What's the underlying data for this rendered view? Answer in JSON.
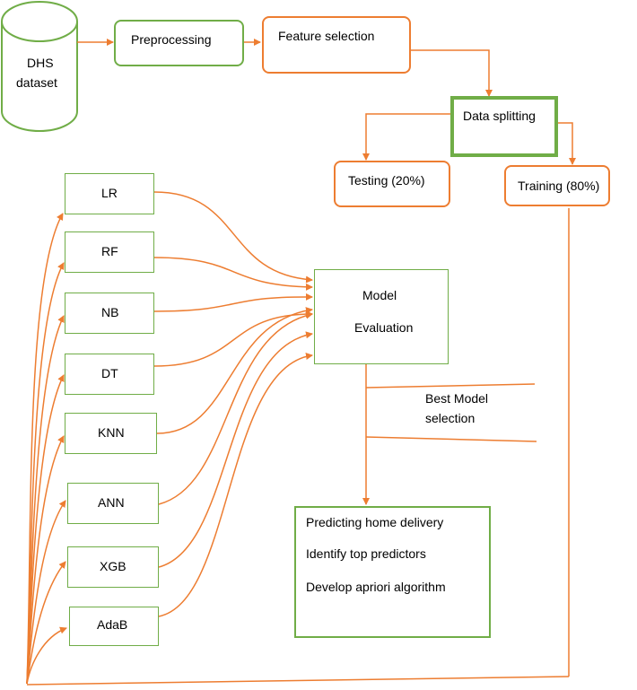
{
  "colors": {
    "green": "#70ad47",
    "orange": "#ed7d31"
  },
  "nodes": {
    "dataset": {
      "line1": "DHS",
      "line2": "dataset"
    },
    "preprocessing": "Preprocessing",
    "feature_selection": "Feature selection",
    "data_splitting": "Data splitting",
    "testing": "Testing (20%)",
    "training": "Training (80%)",
    "models": [
      "LR",
      "RF",
      "NB",
      "DT",
      "KNN",
      "ANN",
      "XGB",
      "AdaB"
    ],
    "evaluation": {
      "line1": "Model",
      "line2": "Evaluation"
    },
    "best_model": {
      "line1": "Best Model",
      "line2": "selection"
    },
    "outcomes": [
      "Predicting home delivery",
      "Identify top predictors",
      "Develop apriori algorithm"
    ]
  }
}
